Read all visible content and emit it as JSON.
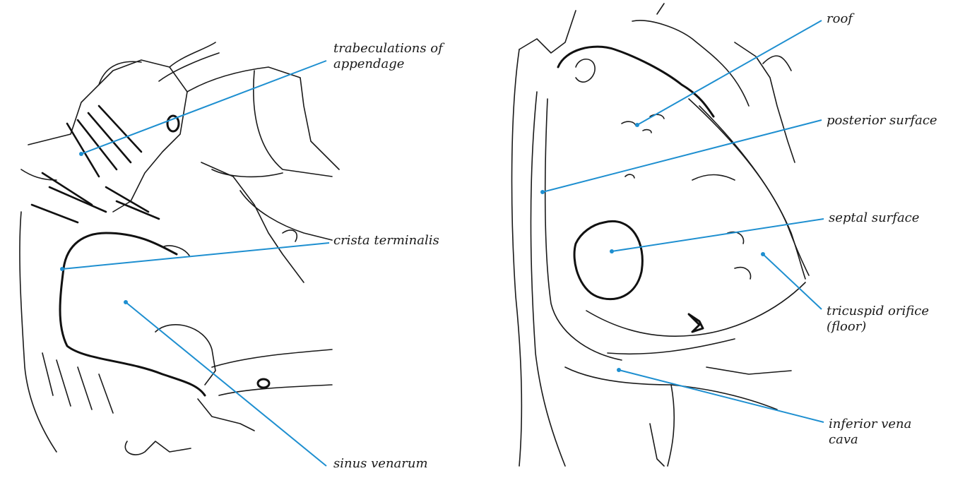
{
  "left_panel": {
    "labels": {
      "trabeculations": [
        "trabeculations of",
        "appendage"
      ],
      "crista_terminalis": "crista terminalis",
      "sinus_venarum": "sinus venarum"
    }
  },
  "right_panel": {
    "labels": {
      "roof": "roof",
      "posterior_surface": "posterior surface",
      "septal_surface": "septal surface",
      "tricuspid_orifice": [
        "tricuspid orifice",
        "(floor)"
      ],
      "inferior_vena_cava": [
        "inferior vena",
        "cava"
      ]
    }
  },
  "colors": {
    "leader": "#1e8fd0",
    "outline": "#1a1a1a",
    "background": "#ffffff"
  }
}
